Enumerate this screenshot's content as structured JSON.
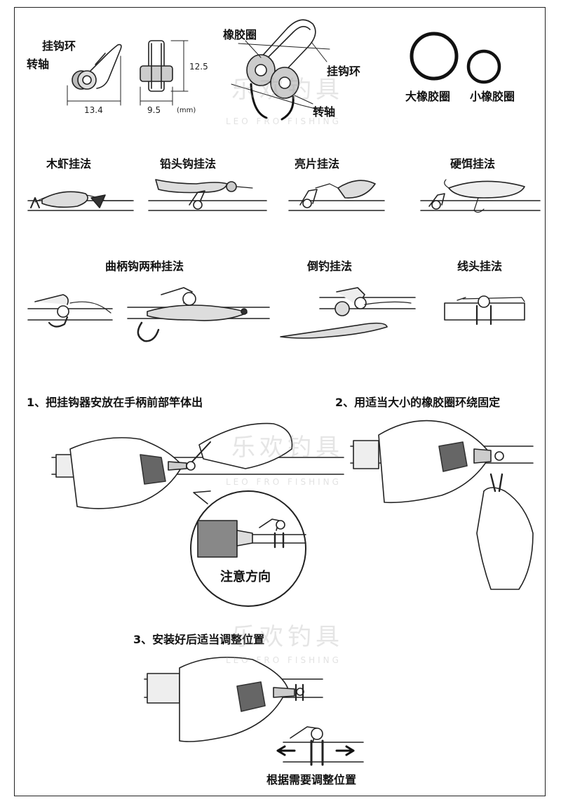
{
  "top_parts": {
    "hook_ring": "挂钩环",
    "pivot": "转轴",
    "dim_width": "13.4",
    "dim_depth": "9.5",
    "dim_unit": "(mm)",
    "dim_height": "12.5",
    "rubber_band": "橡胶圈",
    "hook_ring_b": "挂钩环",
    "pivot_b": "转轴",
    "large_band": "大橡胶圈",
    "small_band": "小橡胶圈"
  },
  "methods_row1": [
    "木虾挂法",
    "铅头钩挂法",
    "亮片挂法",
    "硬饵挂法"
  ],
  "methods_row2": [
    "曲柄钩两种挂法",
    "倒钓挂法",
    "线头挂法"
  ],
  "steps": {
    "step1": "1、把挂钩器安放在手柄前部竿体出",
    "step2": "2、用适当大小的橡胶圈环绕固定",
    "note_direction": "注意方向",
    "step3": "3、安装好后适当调整位置",
    "adjust_position": "根据需要调整位置"
  },
  "watermark": {
    "cn": "乐欢钓具",
    "en": "LEO FRO FISHING"
  }
}
